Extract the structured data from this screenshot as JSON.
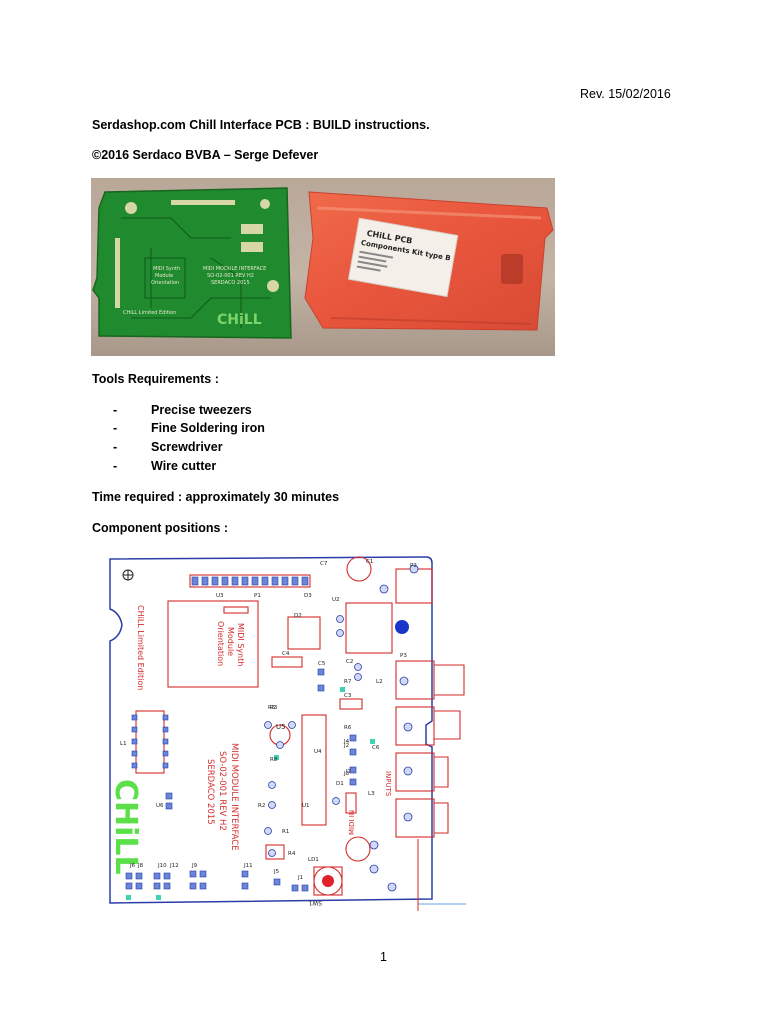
{
  "header": {
    "revision": "Rev. 15/02/2016"
  },
  "title": "Serdashop.com  Chill Interface PCB : BUILD instructions.",
  "copyright": "©2016 Serdaco BVBA – Serge Defever",
  "photo": {
    "pcb_text": [
      "MIDI MODULE INTERFACE",
      "SO-02-001 REV H2",
      "SERDACO 2015",
      "MIDI Synth",
      "Module",
      "Orientation",
      "CHiLL Limited Edition",
      "CHiLL"
    ],
    "kit_label": [
      "CHiLL PCB",
      "Components Kit type B"
    ]
  },
  "tools": {
    "heading": "Tools Requirements :",
    "items": [
      "Precise tweezers",
      "Fine Soldering iron",
      "Screwdriver",
      "Wire cutter"
    ]
  },
  "time_required": "Time required : approximately 30 minutes",
  "component_positions": {
    "heading": "Component positions :",
    "board_text": {
      "edition": "CHiLL Limited Edition",
      "orientation": [
        "MIDI Synth",
        "Module",
        "Orientation"
      ],
      "interface": [
        "MIDI MODULE INTERFACE",
        "SO-02-001 REV H2",
        "SERDACO 2015"
      ],
      "logo": "CHiLL",
      "inputs": "INPUTS",
      "midi_in": "MIDI IN",
      "sw": "SW1",
      "refs": [
        "P1",
        "P2",
        "P3",
        "C1",
        "C2",
        "C3",
        "C4",
        "C5",
        "C6",
        "C7",
        "D1",
        "D2",
        "D3",
        "R1",
        "R2",
        "R3",
        "R4",
        "R5",
        "R6",
        "R7",
        "R8",
        "U1",
        "U2",
        "U3",
        "U4",
        "U5",
        "U6",
        "J1",
        "J2",
        "J3",
        "J4",
        "J5",
        "J6",
        "J7",
        "J8",
        "J9",
        "J10",
        "J11",
        "LD1",
        "L1",
        "L2",
        "L3",
        "J12"
      ]
    }
  },
  "page_number": "1"
}
